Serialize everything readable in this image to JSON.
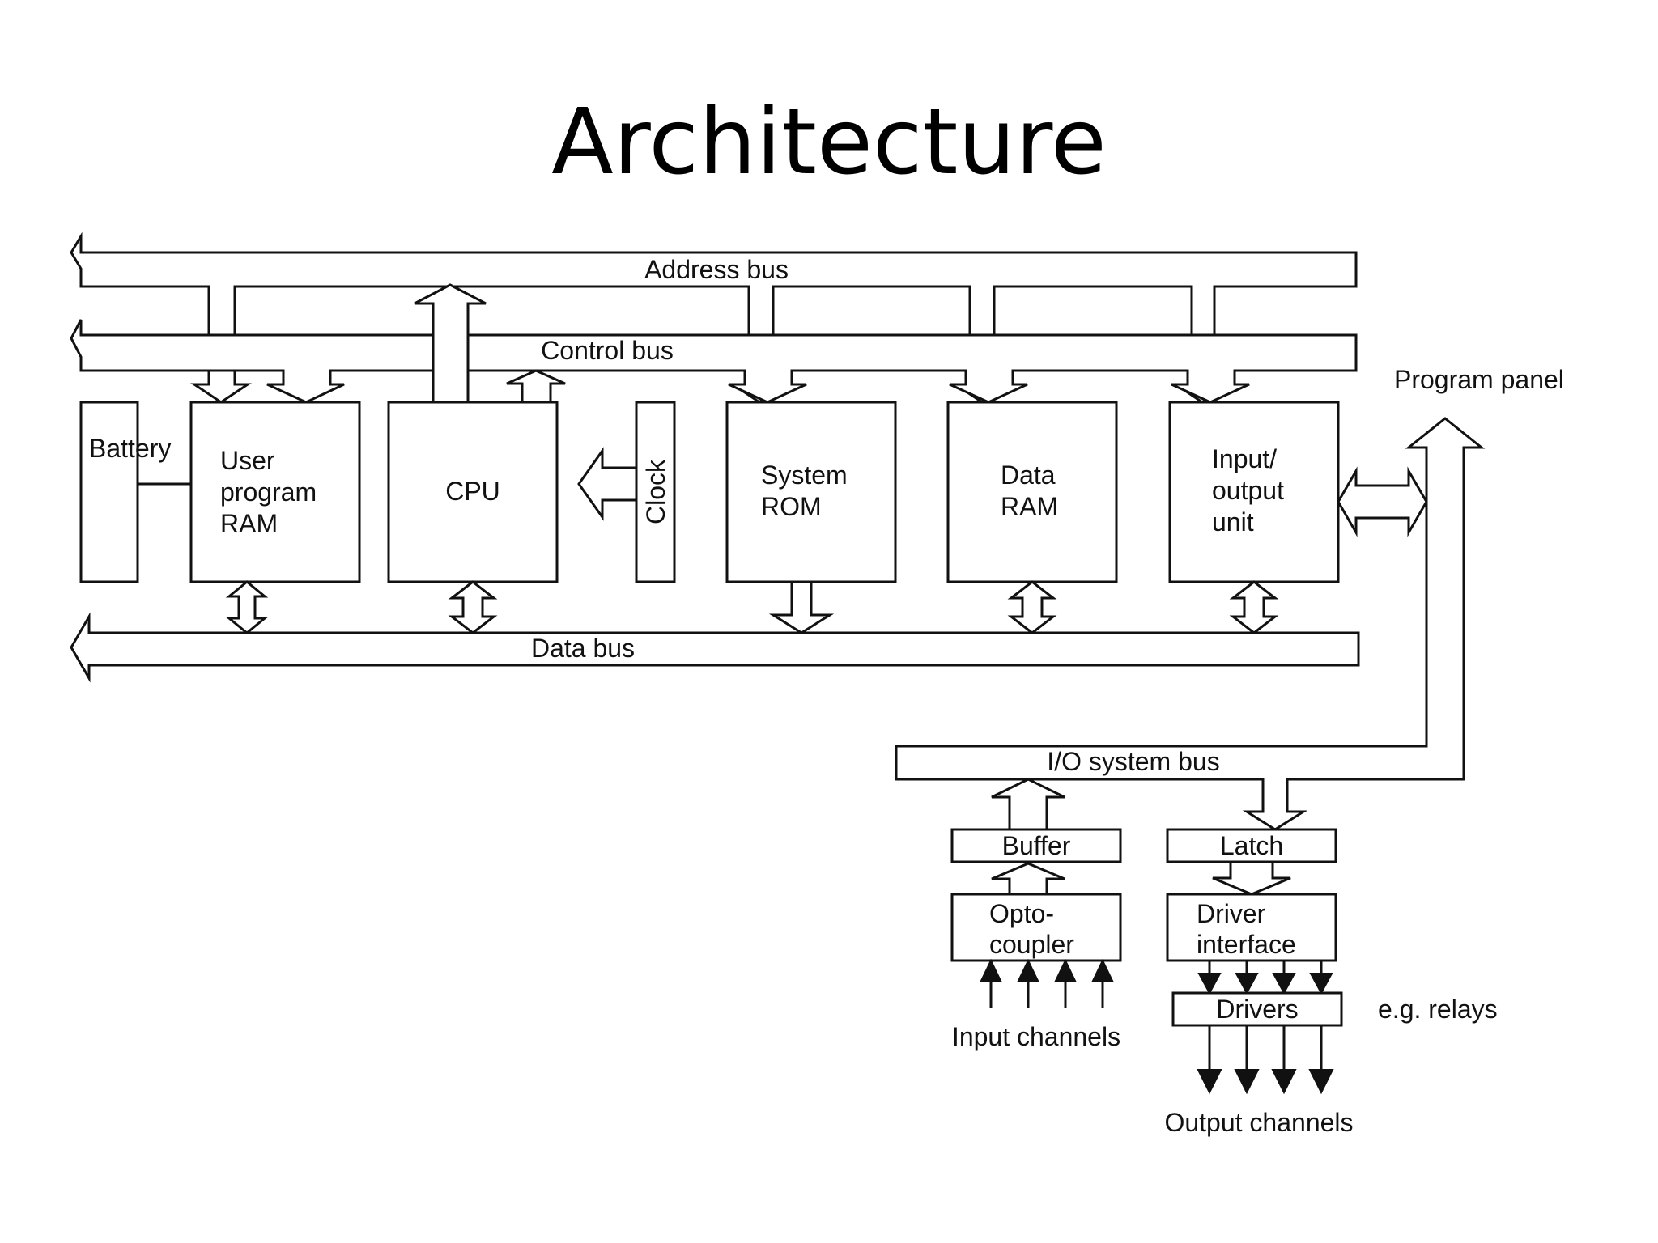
{
  "title": "Architecture",
  "diagram": {
    "buses": {
      "address": "Address bus",
      "control": "Control bus",
      "data": "Data bus",
      "io_system": "I/O system bus"
    },
    "blocks": {
      "battery": "Battery",
      "user_ram": [
        "User",
        "program",
        "RAM"
      ],
      "cpu": "CPU",
      "clock": "Clock",
      "system_rom": [
        "System",
        "ROM"
      ],
      "data_ram": [
        "Data",
        "RAM"
      ],
      "io_unit": [
        "Input/",
        "output",
        "unit"
      ],
      "buffer": "Buffer",
      "latch": "Latch",
      "opto": [
        "Opto-",
        "coupler"
      ],
      "driver_interface": [
        "Driver",
        "interface"
      ],
      "drivers": "Drivers"
    },
    "labels": {
      "program_panel": "Program panel",
      "input_channels": "Input channels",
      "output_channels": "Output channels",
      "relays": "e.g. relays"
    }
  }
}
